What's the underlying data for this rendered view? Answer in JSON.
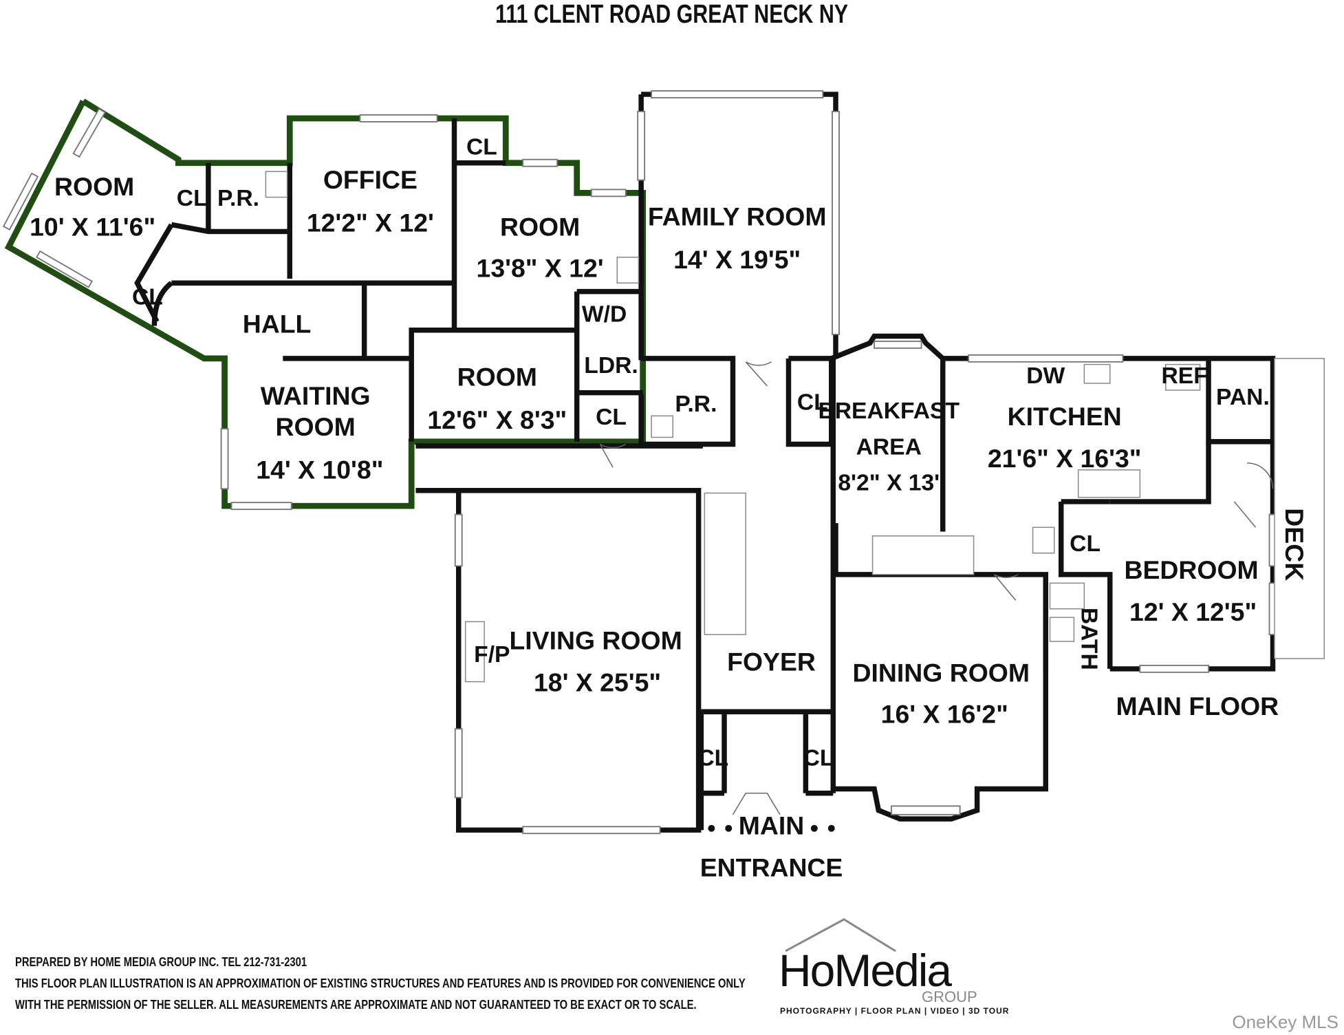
{
  "title": "111 CLENT ROAD GREAT NECK NY",
  "rooms": {
    "room1": {
      "name": "ROOM",
      "size": "10' X 11'6\""
    },
    "cl_a": "CL",
    "pr_a": "P.R.",
    "office": {
      "name": "OFFICE",
      "size": "12'2\" X 12'"
    },
    "cl_b": "CL",
    "room2": {
      "name": "ROOM",
      "size": "13'8\" X 12'"
    },
    "family": {
      "name": "FAMILY ROOM",
      "size": "14' X 19'5\""
    },
    "cl_c": "CL",
    "hall": "HALL",
    "wd": "W/D",
    "ldr": "LDR.",
    "room3": {
      "name": "ROOM",
      "size": "12'6\" X 8'3\""
    },
    "cl_d": "CL",
    "pr_b": "P.R.",
    "cl_e": "CL",
    "waiting": {
      "name1": "WAITING",
      "name2": "ROOM",
      "size": "14' X 10'8\""
    },
    "breakfast": {
      "name1": "BREAKFAST",
      "name2": "AREA",
      "size": "8'2\" X 13'"
    },
    "kitchen": {
      "name": "KITCHEN",
      "size": "21'6\" X 16'3\""
    },
    "dw": "DW",
    "ref": "REF",
    "pan": "PAN.",
    "cl_f": "CL",
    "bedroom": {
      "name": "BEDROOM",
      "size": "12' X 12'5\""
    },
    "bath": "BATH",
    "deck": "DECK",
    "living": {
      "name": "LIVING ROOM",
      "size": "18' X 25'5\""
    },
    "fp": "F/P",
    "foyer": "FOYER",
    "dining": {
      "name": "DINING ROOM",
      "size": "16' X 16'2\""
    },
    "cl_g": "CL",
    "cl_h": "CL",
    "main_floor": "MAIN FLOOR",
    "entrance1": "MAIN",
    "entrance2": "ENTRANCE"
  },
  "footer": {
    "line1": "PREPARED BY  HOME MEDIA GROUP INC.  TEL 212-731-2301",
    "line2": "THIS FLOOR PLAN ILLUSTRATION IS AN APPROXIMATION OF EXISTING STRUCTURES AND FEATURES AND IS PROVIDED FOR CONVENIENCE ONLY",
    "line3": "WITH THE PERMISSION OF THE SELLER. ALL MEASUREMENTS ARE APPROXIMATE AND NOT GUARANTEED TO BE EXACT OR TO SCALE."
  },
  "logo": {
    "word": "HoMedia",
    "group": "GROUP",
    "tagline": "PHOTOGRAPHY | FLOOR PLAN | VIDEO | 3D TOUR"
  },
  "watermark": "OneKey MLS",
  "colors": {
    "wall": "#111111",
    "green_wall": "#1f4d12"
  }
}
